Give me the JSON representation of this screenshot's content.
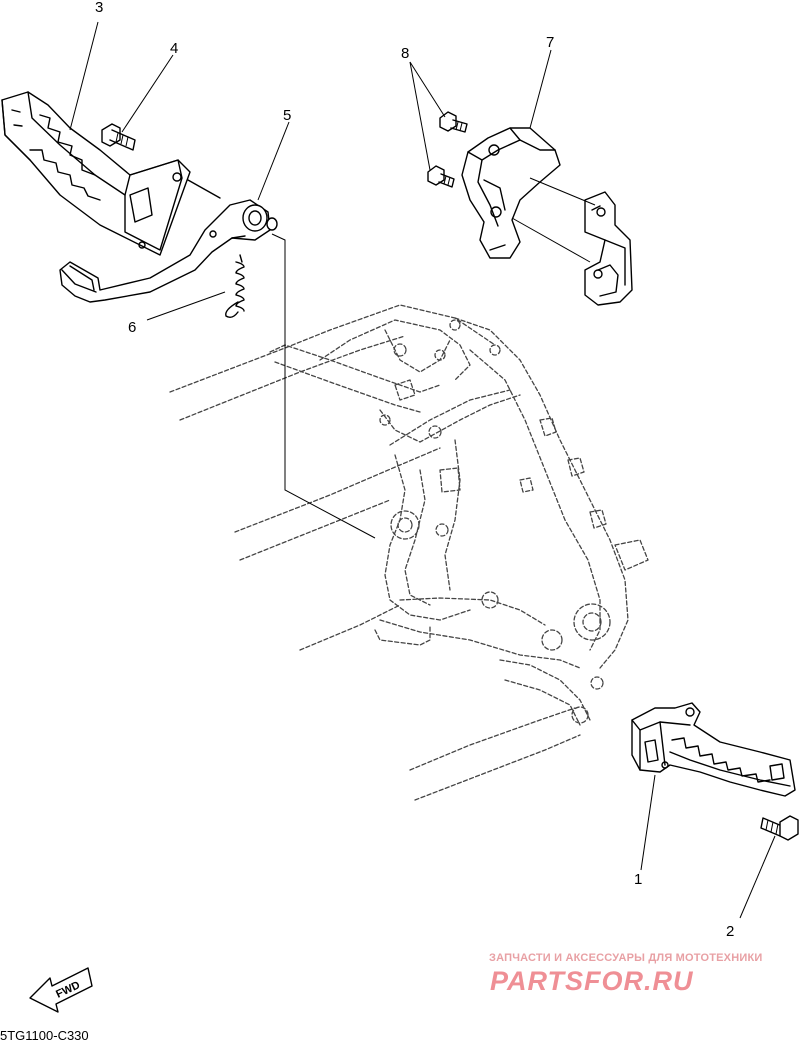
{
  "callouts": [
    "1",
    "2",
    "3",
    "4",
    "5",
    "6",
    "7",
    "8"
  ],
  "figure_code": "5TG1100-C330",
  "fwd_label": "FWD",
  "watermark": {
    "tagline": "ЗАПЧАСТИ И АКСЕССУАРЫ ДЛЯ МОТОТЕХНИКИ",
    "brand": "PARTSFOR.RU",
    "color": "#ef8f95"
  },
  "icons": [
    "fwd-arrow-icon"
  ]
}
